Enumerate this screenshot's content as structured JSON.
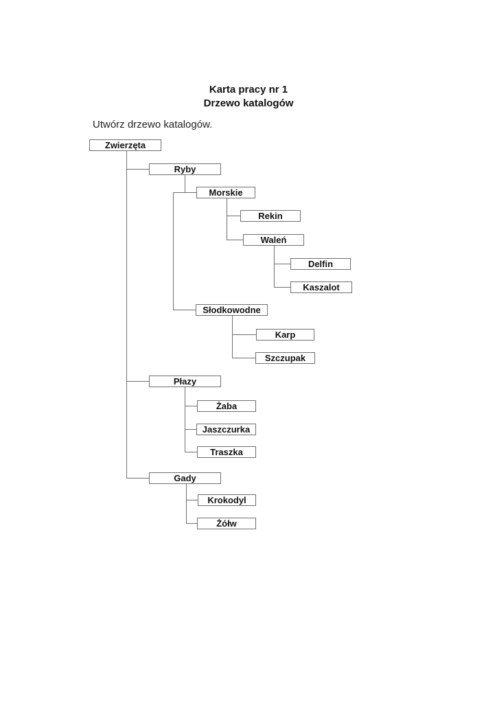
{
  "header": {
    "title_line1": "Karta pracy nr 1",
    "title_line2": "Drzewo katalogów",
    "instruction": "Utwórz drzewo katalogów."
  },
  "tree": {
    "root": "Zwierzęta",
    "nodes": [
      {
        "id": "zwierzeta",
        "label": "Zwierzęta",
        "parent": null,
        "depth": 0
      },
      {
        "id": "ryby",
        "label": "Ryby",
        "parent": "zwierzeta",
        "depth": 1
      },
      {
        "id": "morskie",
        "label": "Morskie",
        "parent": "ryby",
        "depth": 2
      },
      {
        "id": "rekin",
        "label": "Rekin",
        "parent": "morskie",
        "depth": 3
      },
      {
        "id": "walen",
        "label": "Waleń",
        "parent": "morskie",
        "depth": 3
      },
      {
        "id": "delfin",
        "label": "Delfin",
        "parent": "walen",
        "depth": 4
      },
      {
        "id": "kaszalot",
        "label": "Kaszalot",
        "parent": "walen",
        "depth": 4
      },
      {
        "id": "slodkowodne",
        "label": "Słodkowodne",
        "parent": "ryby",
        "depth": 2
      },
      {
        "id": "karp",
        "label": "Karp",
        "parent": "slodkowodne",
        "depth": 3
      },
      {
        "id": "szczupak",
        "label": "Szczupak",
        "parent": "slodkowodne",
        "depth": 3
      },
      {
        "id": "plazy",
        "label": "Płazy",
        "parent": "zwierzeta",
        "depth": 1
      },
      {
        "id": "zaba",
        "label": "Żaba",
        "parent": "plazy",
        "depth": 2
      },
      {
        "id": "jaszczurka",
        "label": "Jaszczurka",
        "parent": "plazy",
        "depth": 2
      },
      {
        "id": "traszka",
        "label": "Traszka",
        "parent": "plazy",
        "depth": 2
      },
      {
        "id": "gady",
        "label": "Gady",
        "parent": "zwierzeta",
        "depth": 1
      },
      {
        "id": "krokodyl",
        "label": "Krokodyl",
        "parent": "gady",
        "depth": 2
      },
      {
        "id": "zolw",
        "label": "Żółw",
        "parent": "gady",
        "depth": 2
      }
    ]
  },
  "colors": {
    "page_background": "#ffffff",
    "box_border": "#6e6e6e",
    "connector_line": "#6e6e6e",
    "text": "#000000"
  }
}
